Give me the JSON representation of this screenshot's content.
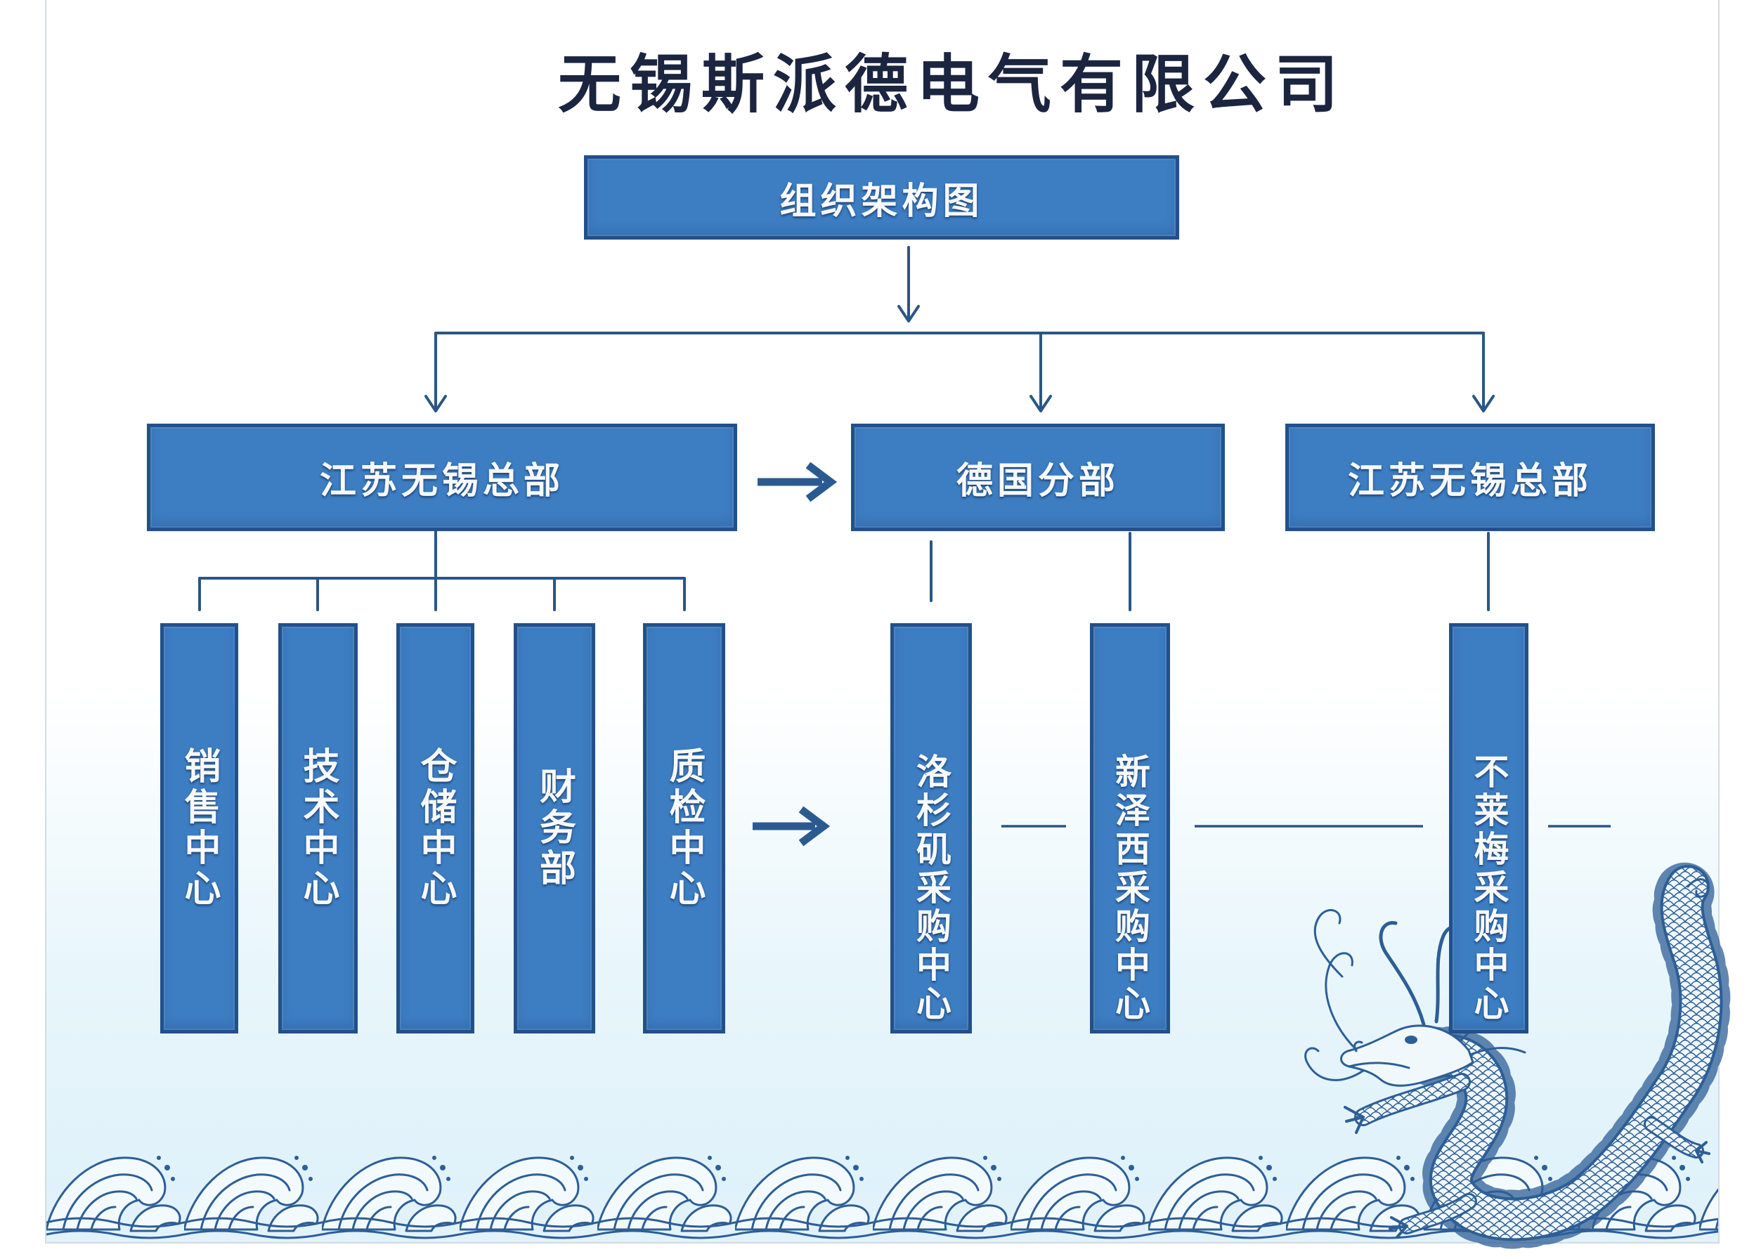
{
  "title": "无锡斯派德电气有限公司",
  "root": {
    "label": "组织架构图"
  },
  "branches": [
    {
      "label": "江苏无锡总部",
      "children": [
        "销售中心",
        "技术中心",
        "仓储中心",
        "财务部",
        "质检中心"
      ]
    },
    {
      "label": "德国分部",
      "children": [
        "洛杉矶采购中心",
        "新泽西采购中心"
      ]
    },
    {
      "label": "江苏无锡总部",
      "children": [
        "不莱梅采购中心"
      ]
    }
  ],
  "colors": {
    "title": "#1b2540",
    "box_fill": "#3d7dc2",
    "box_border": "#22508a",
    "box_text": "#f7f9fc",
    "connector": "#2b5683",
    "arrow": "#2b5a90",
    "wave_line": "#2d5e96",
    "sea_tint": "#ddf0f9"
  }
}
